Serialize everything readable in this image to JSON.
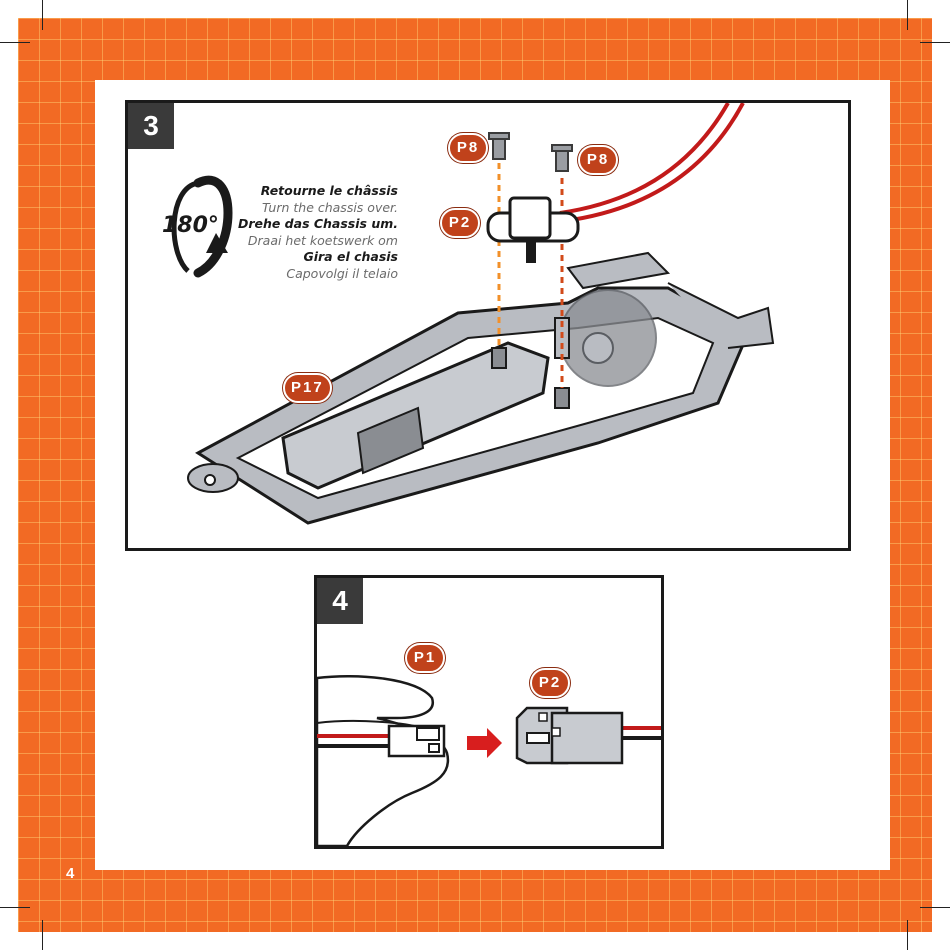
{
  "page": {
    "number": "4",
    "colors": {
      "background": "#f26a24",
      "grid": "#ffd678",
      "badge": "#c0421b",
      "frame": "#1a1a1a"
    }
  },
  "step3": {
    "number": "3",
    "rotation_label": "180°",
    "instructions": {
      "fr": "Retourne le châssis",
      "en": "Turn the chassis over.",
      "de": "Drehe das Chassis um.",
      "nl": "Draai het koetswerk om",
      "es": "Gira el chasis",
      "it": "Capovolgi il telaio"
    },
    "parts": {
      "screw_left": "P8",
      "screw_right": "P8",
      "switch": "P2",
      "battery": "P17"
    },
    "icons": [
      "rotate-icon",
      "screw-icon",
      "switch-icon",
      "chassis-icon",
      "battery-box-icon",
      "motor-icon",
      "wire-icon"
    ]
  },
  "step4": {
    "number": "4",
    "parts": {
      "plug": "P1",
      "socket": "P2"
    },
    "icons": [
      "hand-icon",
      "plug-connector-icon",
      "socket-connector-icon",
      "arrow-right-icon"
    ]
  }
}
